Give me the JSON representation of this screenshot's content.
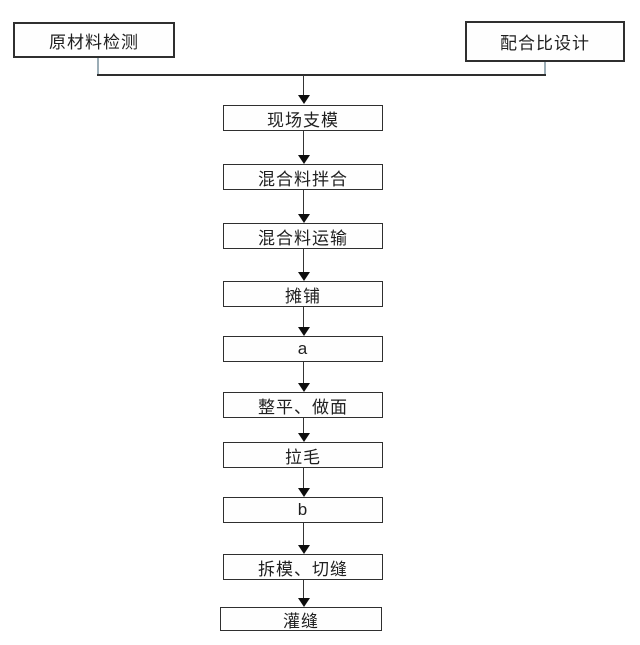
{
  "flow": {
    "top_nodes": [
      {
        "label": "原材料检测"
      },
      {
        "label": "配合比设计"
      }
    ],
    "nodes": [
      {
        "label": "现场支模"
      },
      {
        "label": "混合料拌合"
      },
      {
        "label": "混合料运输"
      },
      {
        "label": "摊铺"
      },
      {
        "label": "a"
      },
      {
        "label": "整平、做面"
      },
      {
        "label": "拉毛"
      },
      {
        "label": "b"
      },
      {
        "label": "拆模、切缝"
      },
      {
        "label": "灌缝"
      }
    ],
    "colors": {
      "background": "#ffffff",
      "box_border": "#2f2f2f",
      "text": "#1f1f1f",
      "connector": "#2e2e2e",
      "stub_connector": "#9badb6",
      "arrowhead": "#0e0e0e"
    }
  }
}
